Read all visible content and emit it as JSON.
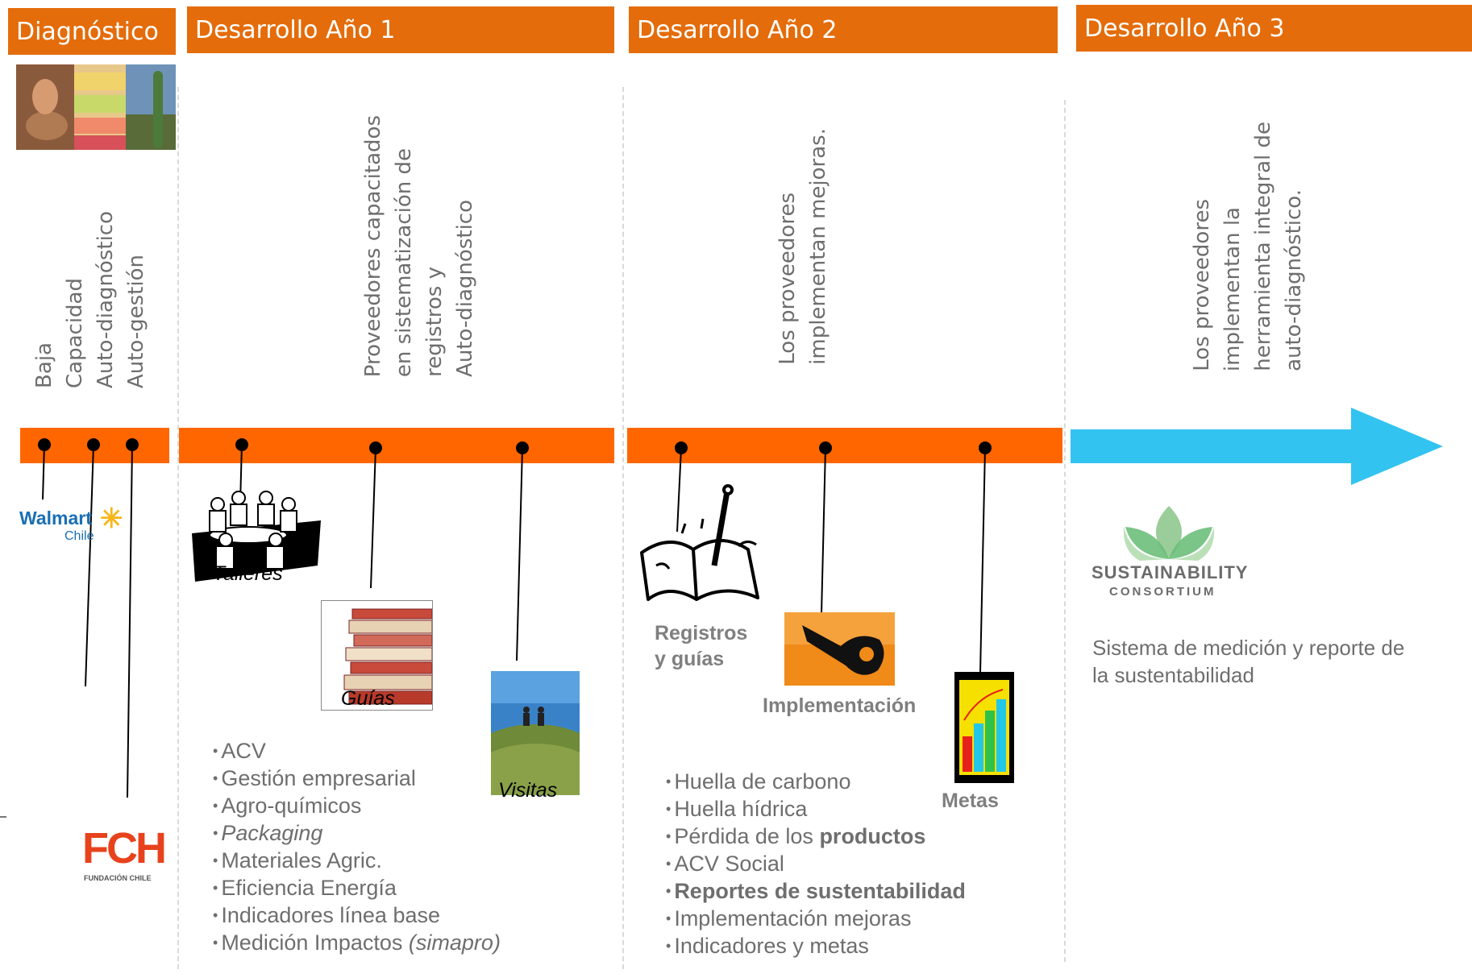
{
  "headers": [
    "Diagnóstico",
    "Desarrollo Año 1",
    "Desarrollo Año 2",
    "Desarrollo Año 3"
  ],
  "vertical_texts": {
    "diag_1": "Baja",
    "diag_2": "Capacidad",
    "diag_3": "Auto-diagnóstico",
    "diag_4": "Auto-gestión",
    "y1_1": "Proveedores capacitados",
    "y1_2": "en sistematización de",
    "y1_3": "registros y",
    "y1_4": "Auto-diagnóstico",
    "y2_1": "Los proveedores",
    "y2_2": "implementan mejoras.",
    "y3_1": "Los proveedores",
    "y3_2": "implementan la",
    "y3_3": "herramienta integral de",
    "y3_4": "auto-diagnóstico."
  },
  "logos": {
    "walmart": "Walmart",
    "walmart_sub": "Chile",
    "fch": "FCH",
    "fch_sub": "FUNDACIÓN CHILE",
    "sc_1": "SUSTAINABILITY",
    "sc_2": "CONSORTIUM"
  },
  "image_captions": {
    "talleres": "Talleres",
    "guias": "Guías",
    "visitas": "Visitas",
    "registros": "Registros\ny guías",
    "implementacion": "Implementación",
    "metas": "Metas"
  },
  "year1_list": [
    "ACV",
    "Gestión empresarial",
    "Agro-químicos",
    "Packaging",
    "Materiales Agric.",
    "Eficiencia Energía",
    "Indicadores línea base",
    "Medición Impactos ",
    "(simapro)"
  ],
  "year2_list": [
    "Huella de carbono",
    "Huella hídrica",
    "Pérdida de los ",
    "productos",
    "ACV Social",
    "Reportes de sustentabilidad",
    "Implementación mejoras",
    "Indicadores y metas"
  ],
  "year3_text": "Sistema de medición y reporte de la sustentabilidad",
  "colors": {
    "header": "#e46c0a",
    "bar": "#ff6600",
    "arrow": "#33c3f0"
  }
}
